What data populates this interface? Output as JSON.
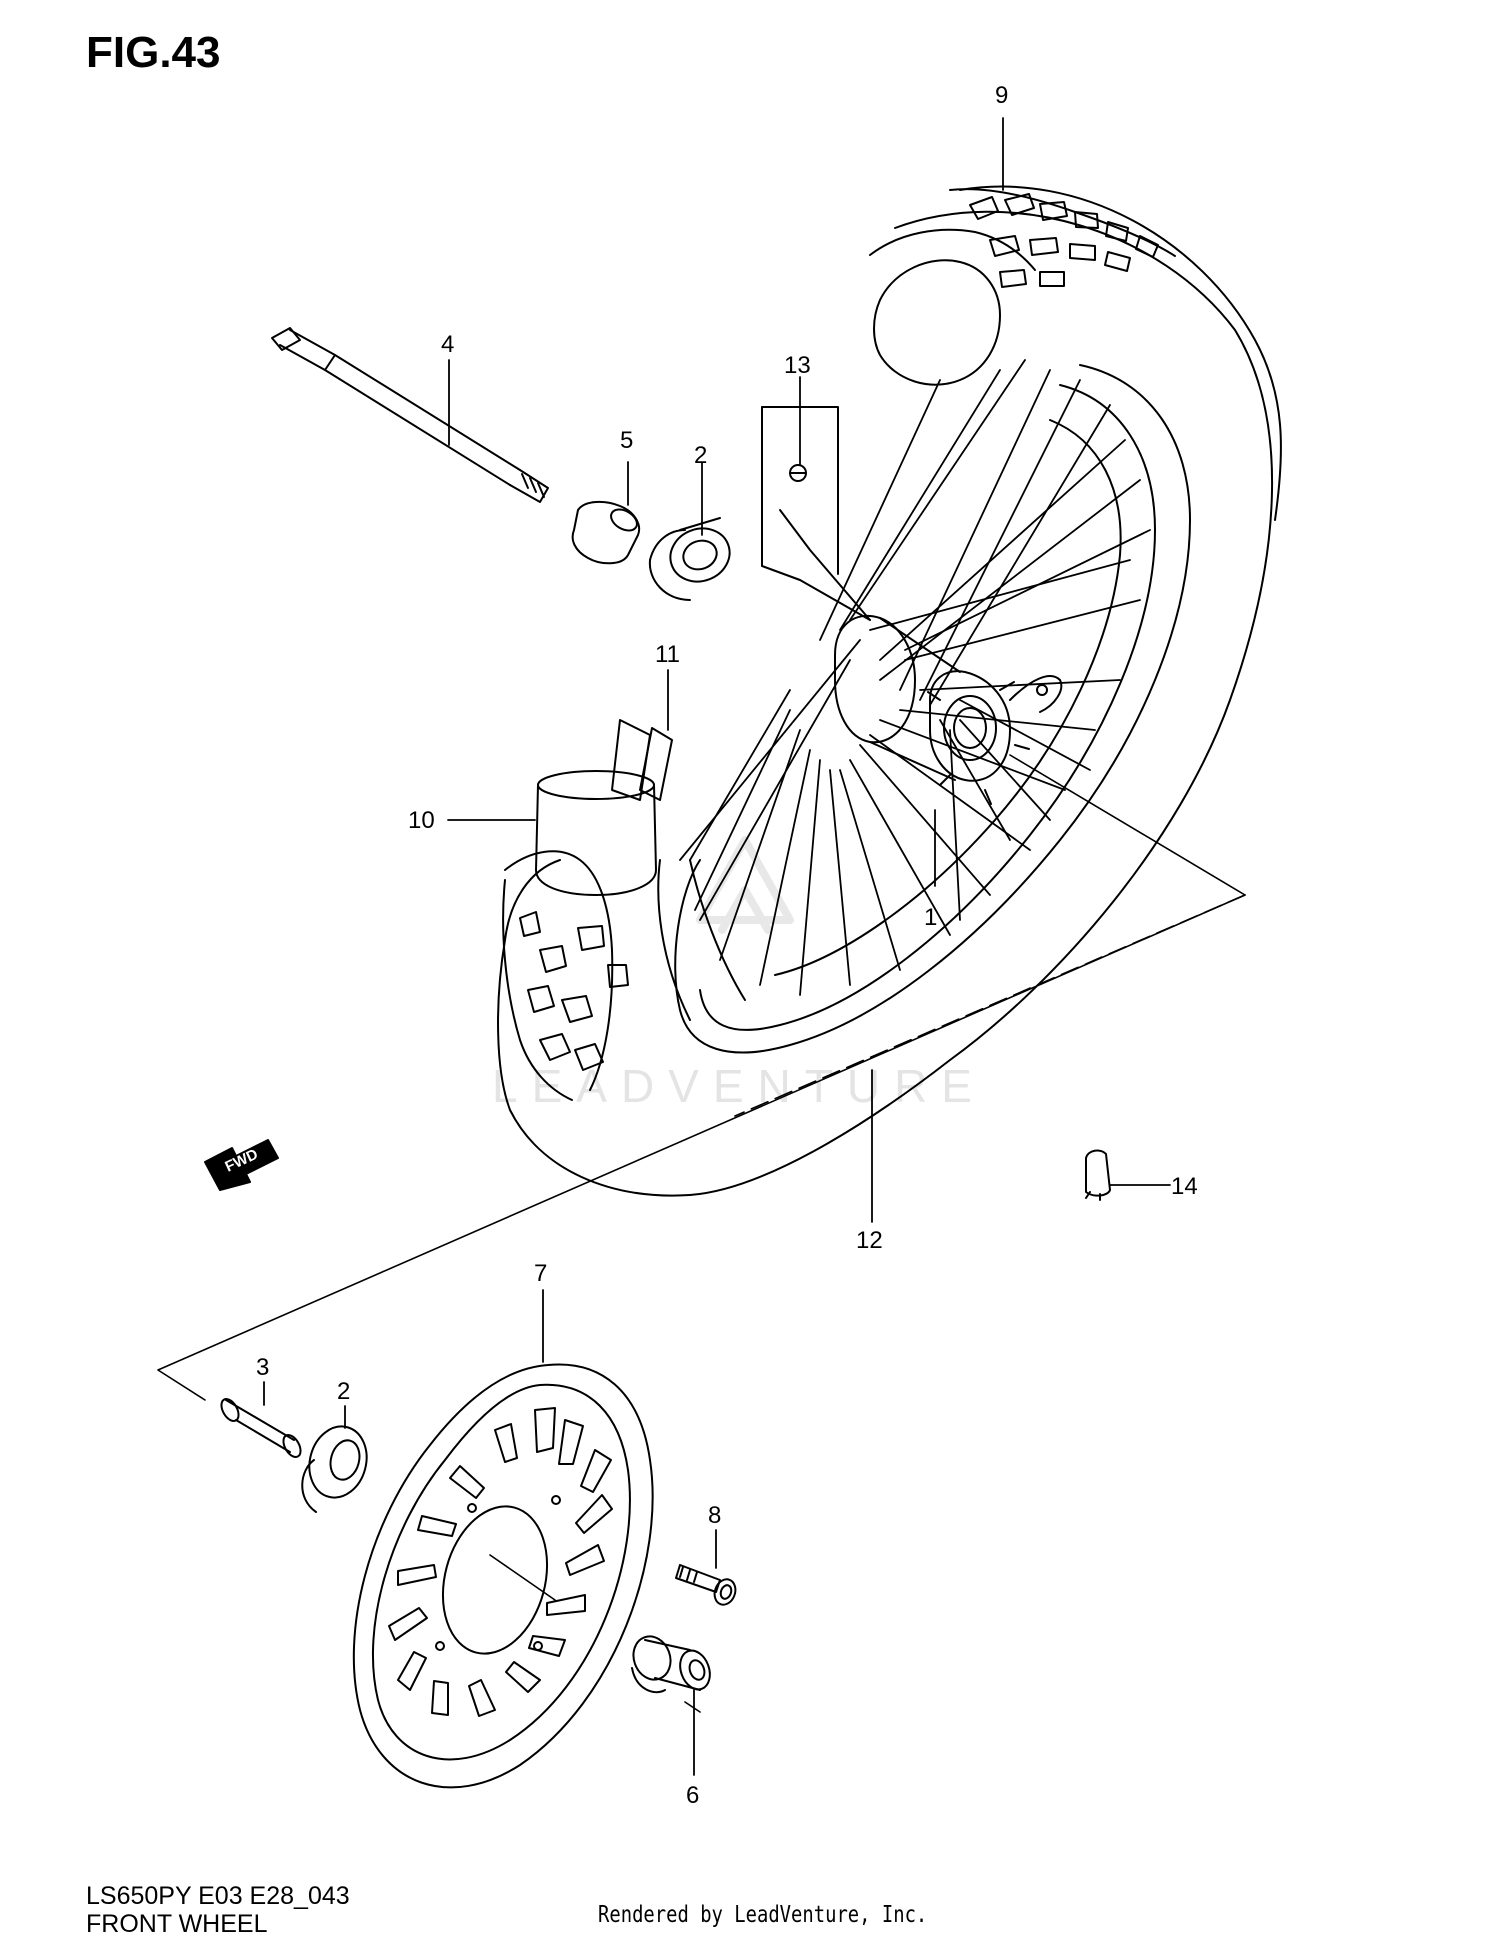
{
  "figure": {
    "title": "FIG.43",
    "model_code": "LS650PY E03 E28_043",
    "section_name": "FRONT WHEEL",
    "rendered_by": "Rendered by LeadVenture, Inc.",
    "watermark": "LEADVENTURE",
    "direction_marker": "FWD"
  },
  "callouts": [
    "9",
    "4",
    "13",
    "5",
    "2",
    "11",
    "10",
    "1",
    "12",
    "14",
    "7",
    "3",
    "2",
    "8",
    "6"
  ]
}
